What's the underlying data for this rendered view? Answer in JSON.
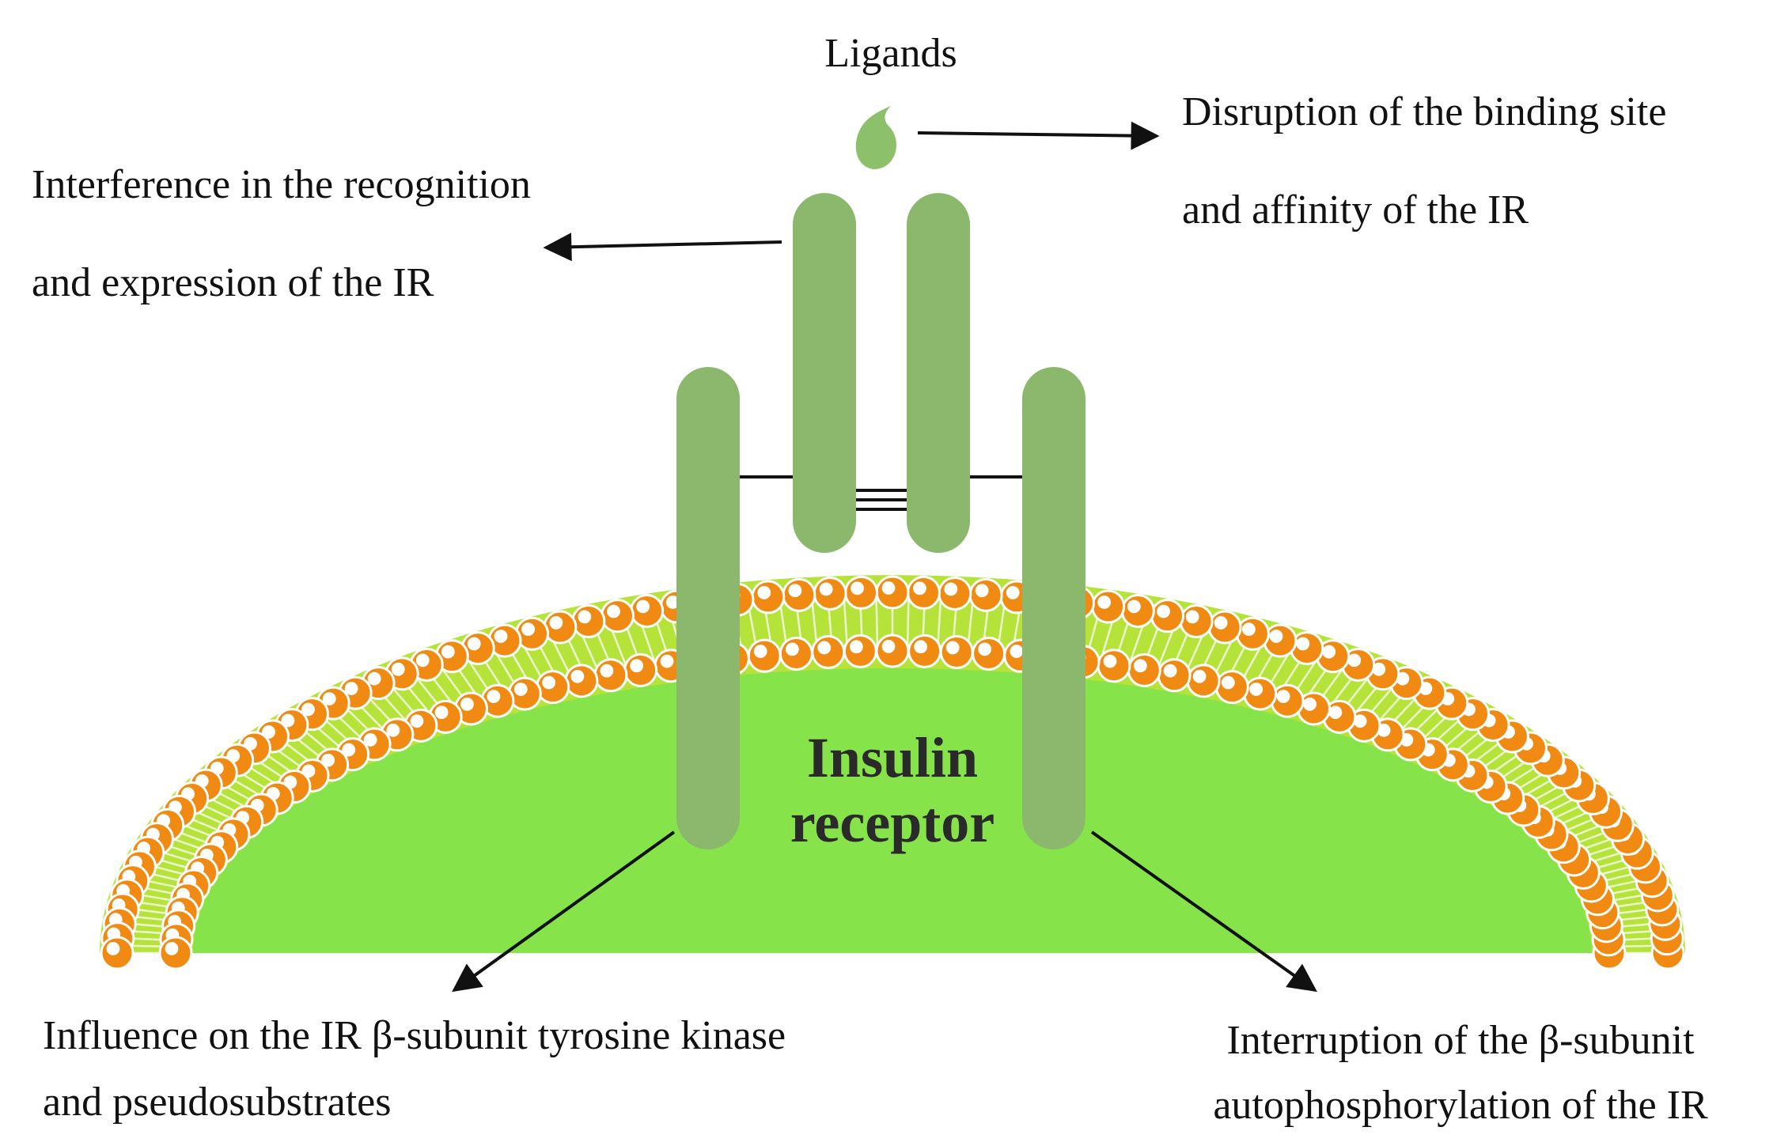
{
  "labels": {
    "ligands": "Ligands",
    "top_right_line1": "Disruption of the binding site",
    "top_right_line2": "and affinity of the IR",
    "top_left_line1": "Interference in the recognition",
    "top_left_line2": "and expression of the IR",
    "center_line1": "Insulin",
    "center_line2": "receptor",
    "bottom_left_line1": "Influence on the IR β-subunit tyrosine kinase",
    "bottom_left_line2": "and pseudosubstrates",
    "bottom_right_line1": "Interruption of the β-subunit",
    "bottom_right_line2": "autophosphorylation of the IR"
  },
  "colors": {
    "cell_interior": "#86e34a",
    "membrane_tail": "#b5e33a",
    "lipid_head": "#f08a12",
    "lipid_highlight": "#ffffff",
    "receptor_subunit": "#8cb86e",
    "ligand": "#8cc06a",
    "arrow": "#111111"
  }
}
